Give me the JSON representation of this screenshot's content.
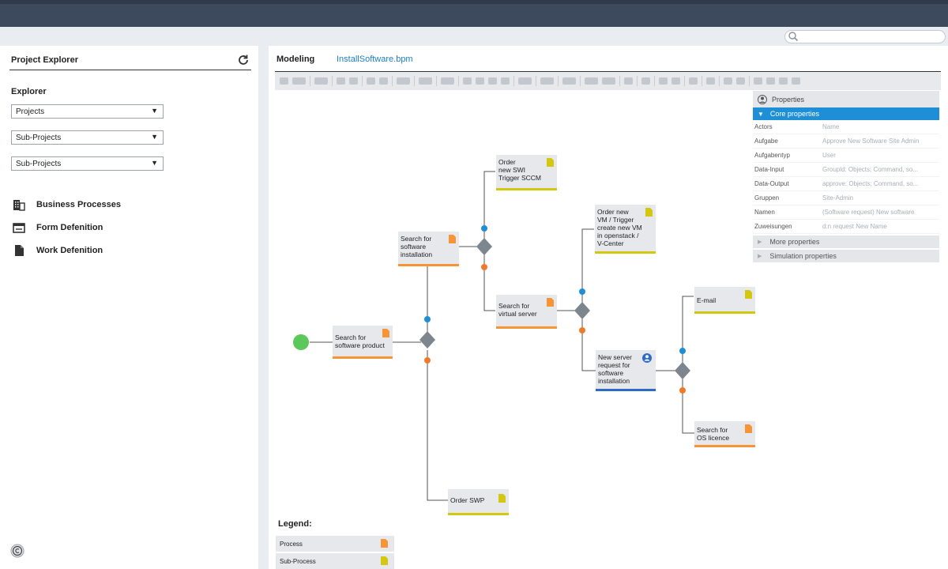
{
  "search": {
    "placeholder": ""
  },
  "explorer_panel": {
    "title": "Project Explorer",
    "section_label": "Explorer",
    "selects": [
      "Projects",
      "Sub-Projects",
      "Sub-Projects"
    ],
    "nav": [
      {
        "label": "Business Processes",
        "icon": "building-icon"
      },
      {
        "label": "Form Defenition",
        "icon": "form-icon"
      },
      {
        "label": "Work Defenition",
        "icon": "document-icon"
      }
    ]
  },
  "tabs": {
    "modeling": "Modeling",
    "file": "InstallSoftware.bpm"
  },
  "properties": {
    "title": "Properties",
    "core_title": "Core properties",
    "rows": [
      {
        "key": "Actors",
        "value": "Name"
      },
      {
        "key": "Aufgabe",
        "value": "Approve New Software Site Admin"
      },
      {
        "key": "Aufgabentyp",
        "value": "User"
      },
      {
        "key": "Data-Input",
        "value": "Groupld: Objects; Command, so..."
      },
      {
        "key": "Data-Output",
        "value": "approve: Objects; Command, so..."
      },
      {
        "key": "Gruppen",
        "value": "Site-Admin"
      },
      {
        "key": "Namen",
        "value": "(Software request) New software"
      },
      {
        "key": "Zuweisungen",
        "value": "d:n request New Name"
      }
    ],
    "more": "More properties",
    "simulation": "Simulation properties"
  },
  "diagram": {
    "tasks": {
      "search_product": "Search for\nsoftware product",
      "search_install": "Search for\nsoftware\ninstallation",
      "order_swi": "Order\nnew SWI\nTrigger SCCM",
      "search_vserver": "Search for\nvirtual server",
      "order_vm": "Order new\nVM / Trigger\ncreate new VM\nin openstack /\nV-Center",
      "new_server": "New server\nrequest for\nsoftware\ninstallation",
      "email": "E-mail",
      "search_os": "Search for\nOS licence",
      "order_swp": "Order SWP"
    }
  },
  "legend": {
    "title": "Legend:",
    "items": [
      "Process",
      "Sub-Process"
    ]
  },
  "colors": {
    "process": "#f79536",
    "subprocess": "#d3c70f",
    "user_task": "#2d6cc6",
    "start": "#5cc85c",
    "accent": "#1e8fd6"
  }
}
